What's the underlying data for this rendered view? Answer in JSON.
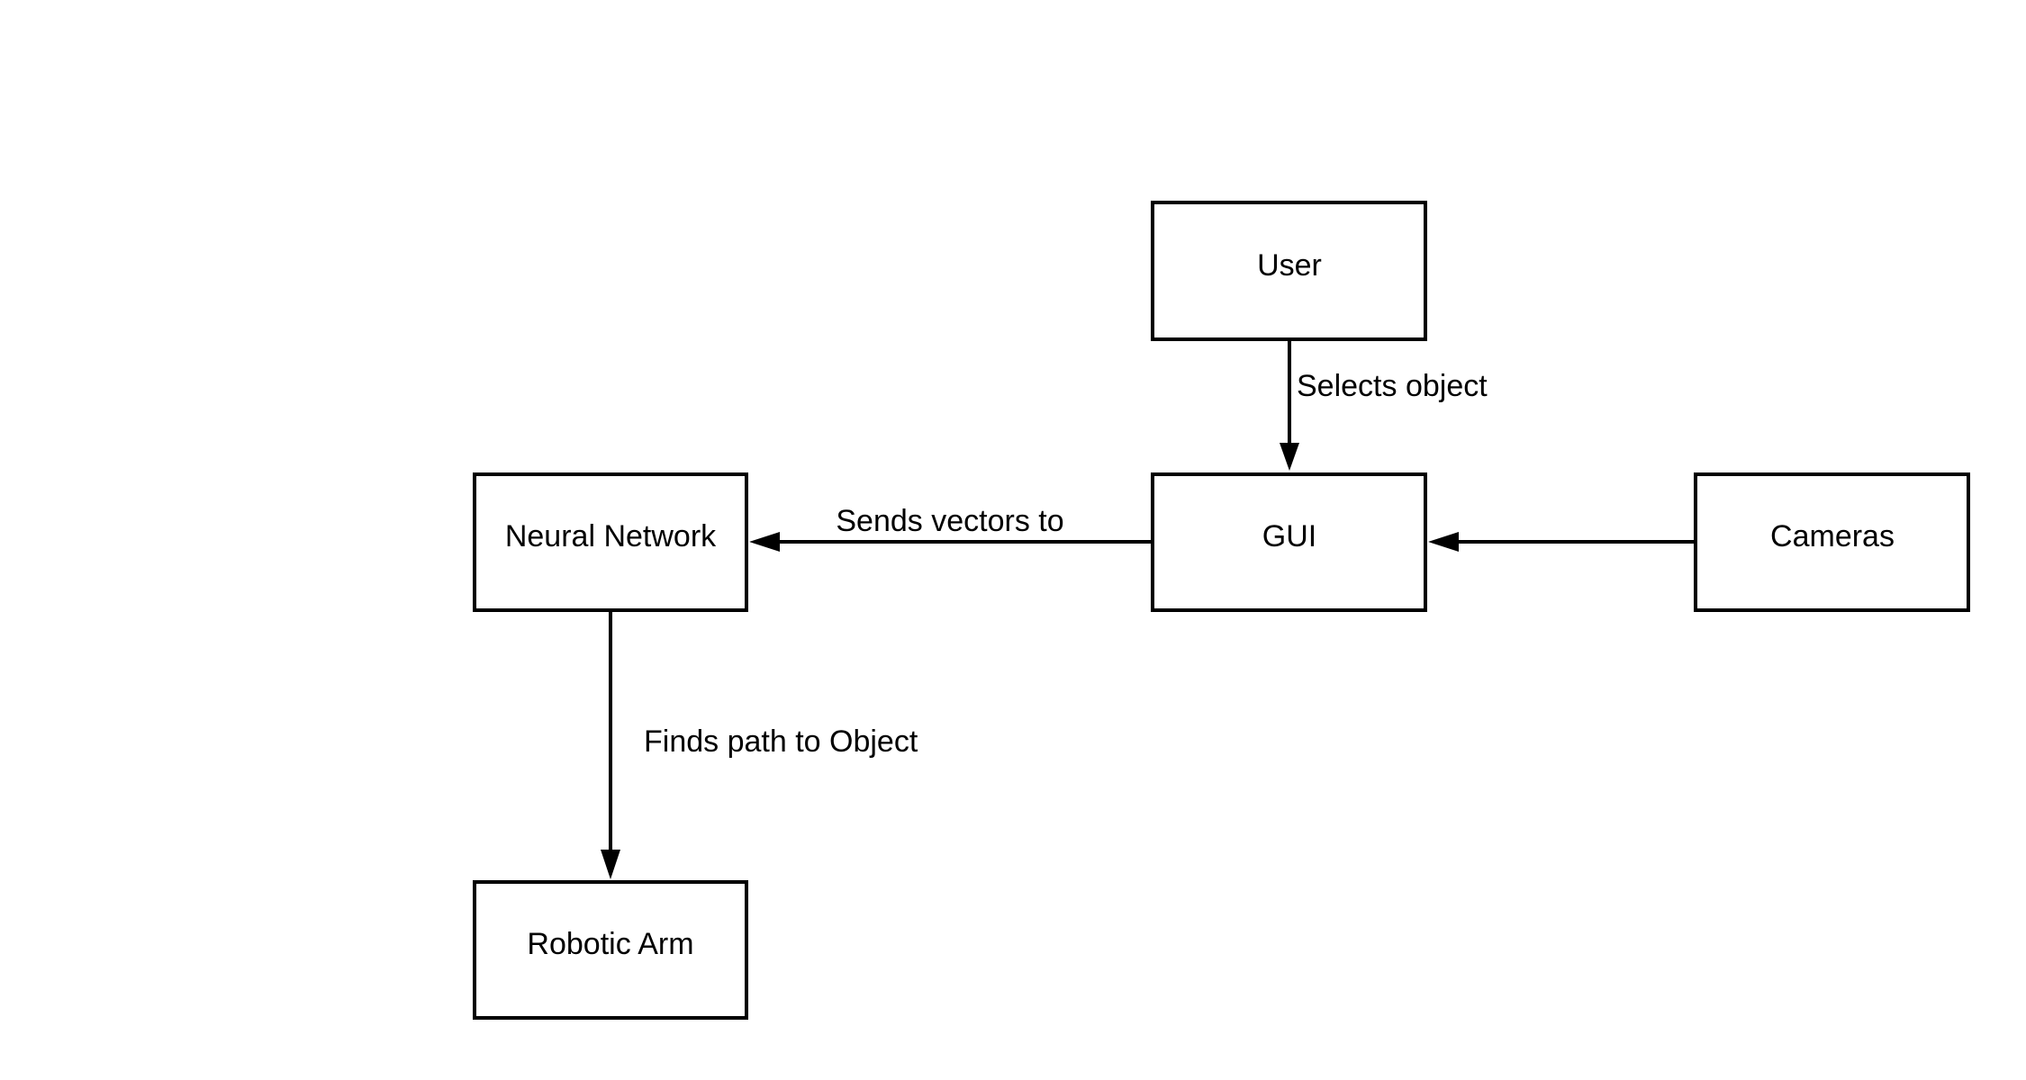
{
  "diagram": {
    "nodes": {
      "user": "User",
      "gui": "GUI",
      "neural_network": "Neural Network",
      "cameras": "Cameras",
      "robotic_arm": "Robotic Arm"
    },
    "edges": {
      "user_to_gui": "Selects object",
      "gui_to_neural_network": "Sends vectors to",
      "cameras_to_gui": "",
      "neural_network_to_robotic_arm": "Finds path to Object"
    }
  }
}
